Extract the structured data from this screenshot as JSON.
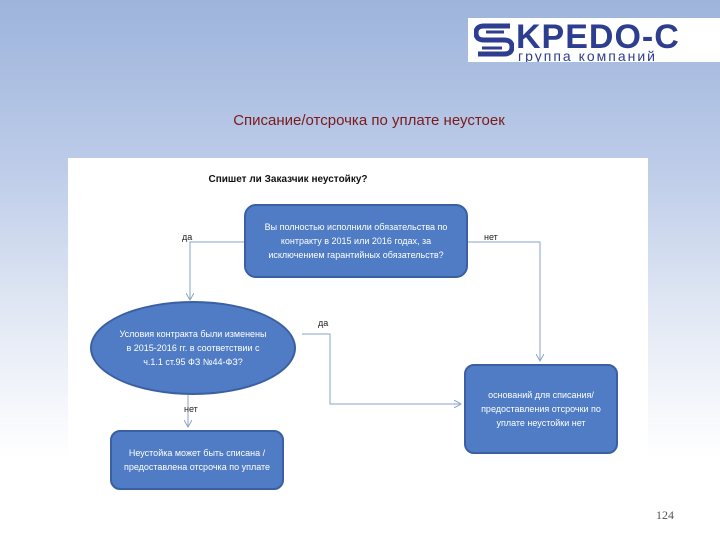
{
  "logo": {
    "main": "KPEDO-C",
    "sub": "группа компаний"
  },
  "slide_title": "Списание/отсрочка по уплате неустоек",
  "diagram": {
    "question": "Спишет ли Заказчик неустойку?",
    "node_q1": "Вы полностью исполнили обязательства по контракту в 2015 или 2016 годах, за исключением гарантийных обязательств?",
    "node_q2": "Условия контракта были изменены в 2015-2016 гг. в соответствии с ч.1.1 ст.95 ФЗ №44-ФЗ?",
    "node_r1": "оснований для списания/ предоставления отсрочки по уплате неустойки нет",
    "node_r2": "Неустойка может быть списана / предоставлена отсрочка по уплате",
    "label_yes_left": "да",
    "label_no_right": "нет",
    "label_yes_mid": "да",
    "label_no_bottom": "нет"
  },
  "page_number": "124"
}
